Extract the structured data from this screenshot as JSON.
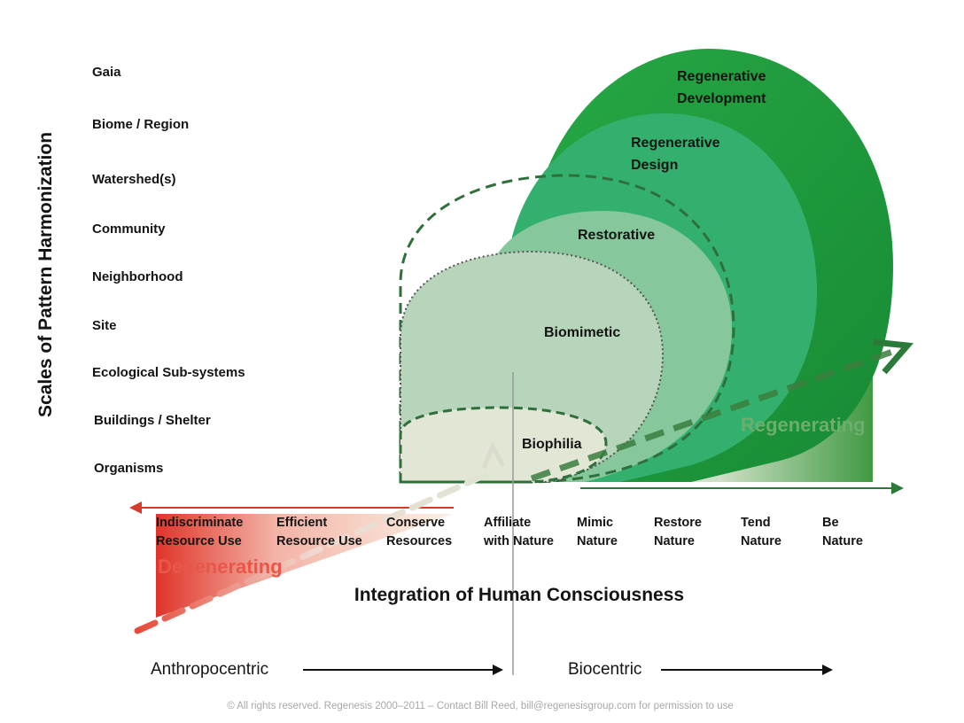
{
  "y_axis_label": "Scales of Pattern Harmonization",
  "scales": [
    "Gaia",
    "Biome / Region",
    "Watershed(s)",
    "Community",
    "Neighborhood",
    "Site",
    "Ecological Sub-systems",
    "Buildings / Shelter",
    "Organisms"
  ],
  "consciousness_levels": [
    {
      "line1": "Indiscriminate",
      "line2": "Resource  Use"
    },
    {
      "line1": "Efficient",
      "line2": "Resource Use"
    },
    {
      "line1": "Conserve",
      "line2": "Resources"
    },
    {
      "line1": "Affiliate",
      "line2": "with Nature"
    },
    {
      "line1": "Mimic",
      "line2": "Nature"
    },
    {
      "line1": "Restore",
      "line2": "Nature"
    },
    {
      "line1": "Tend",
      "line2": "Nature"
    },
    {
      "line1": "Be",
      "line2": "Nature"
    }
  ],
  "x_axis_label": "Integration of Human Consciousness",
  "zones": {
    "regen_dev_line1": "Regenerative",
    "regen_dev_line2": "Development",
    "regen_design_line1": "Regenerative",
    "regen_design_line2": "Design",
    "restorative": "Restorative",
    "biomimetic": "Biomimetic",
    "biophilia": "Biophilia"
  },
  "trends": {
    "degenerating": "Degenerating",
    "regenerating": "Regenerating"
  },
  "orientation": {
    "left": "Anthropocentric",
    "right": "Biocentric"
  },
  "copyright": "© All rights reserved.  Regenesis 2000–2011 – Contact Bill Reed, bill@regenesisgroup.com for permission to use",
  "colors": {
    "regen_dev": "#1f9e3f",
    "regen_design": "#34b06e",
    "restorative": "#86c79c",
    "biomimetic": "#b3d3b8",
    "biophilia": "#e2e6d4",
    "degenerating": "#e03a2e",
    "regenerating": "#5fa75f"
  }
}
